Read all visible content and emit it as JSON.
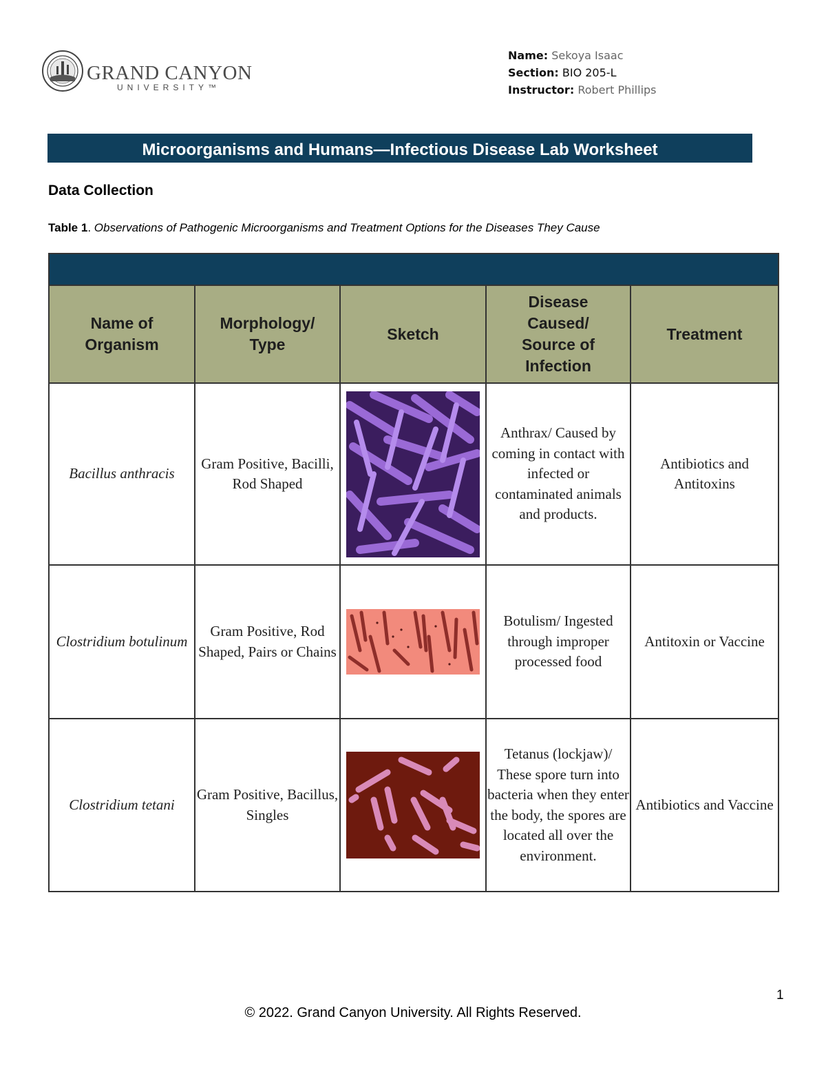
{
  "logo": {
    "name": "GRAND CANYON",
    "sub": "UNIVERSITY™"
  },
  "meta": {
    "name_label": "Name:",
    "name_value": "Sekoya Isaac",
    "section_label": "Section:",
    "section_value": "BIO 205-L",
    "instructor_label": "Instructor:",
    "instructor_value": "Robert Phillips"
  },
  "banner": "Microorganisms and Humans—Infectious Disease Lab Worksheet",
  "section_heading": "Data Collection",
  "caption": {
    "label": "Table 1",
    "text": "Observations of Pathogenic Microorganisms and Treatment Options for the Diseases They Cause"
  },
  "table": {
    "headers": [
      "Name of Organism",
      "Morphology/ Type",
      "Sketch",
      "Disease Caused/ Source of Infection",
      "Treatment"
    ],
    "rows": [
      {
        "organism": "Bacillus anthracis",
        "morphology": "Gram Positive, Bacilli, Rod Shaped",
        "sketch": "purple rod-shaped bacteria micrograph",
        "disease": "Anthrax/ Caused by coming in contact with infected or contaminated animals and products.",
        "treatment": "Antibiotics and Antitoxins"
      },
      {
        "organism": "Clostridium botulinum",
        "morphology": "Gram Positive, Rod Shaped, Pairs or Chains",
        "sketch": "red rods on pink background micrograph",
        "disease": "Botulism/ Ingested through improper processed food",
        "treatment": "Antitoxin or Vaccine"
      },
      {
        "organism": "Clostridium tetani",
        "morphology": "Gram Positive, Bacillus, Singles",
        "sketch": "pink rods on dark red background micrograph",
        "disease": "Tetanus (lockjaw)/ These spore turn into bacteria when they enter the body, the spores are located all over the environment.",
        "treatment": "Antibiotics and Vaccine"
      }
    ]
  },
  "page_number": "1",
  "footer": "© 2022. Grand Canyon University. All Rights Reserved.",
  "colors": {
    "banner": "#0f3f5c",
    "header_row": "#a8ad84"
  }
}
